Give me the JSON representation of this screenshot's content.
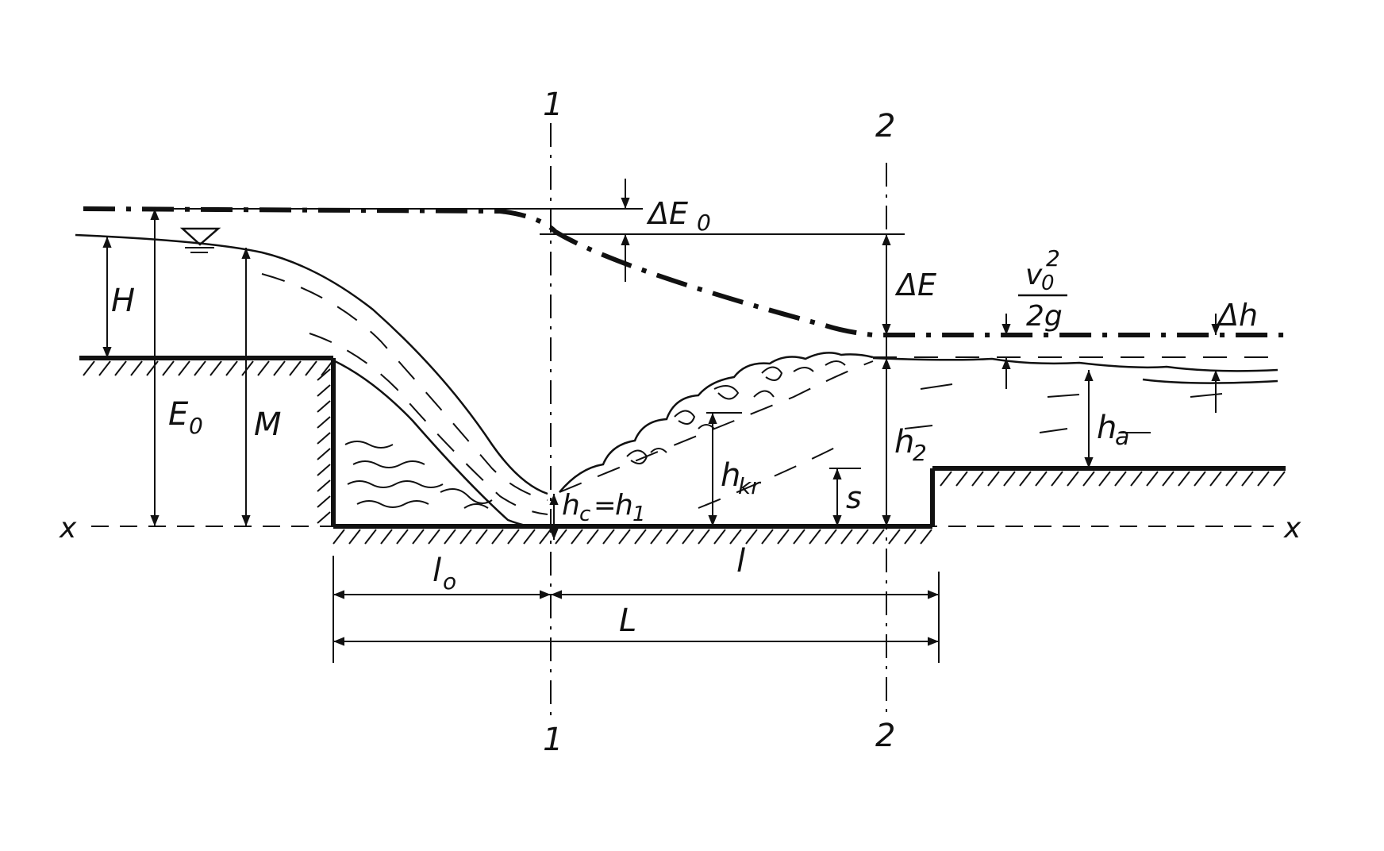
{
  "labels": {
    "H": "H",
    "E0": "E",
    "E0_sub": "0",
    "M": "M",
    "dE0": "ΔE",
    "dE0_sub": "0",
    "dE": "ΔE",
    "v0": "v",
    "v0_sub": "0",
    "v0_sup": "2",
    "twoG": "2g",
    "dh": "Δh",
    "ha": "h",
    "ha_sub": "a",
    "h2": "h",
    "h2_sub": "2",
    "hkr": "h",
    "hkr_sub": "kr",
    "s": "s",
    "hc": "h",
    "hc_sub": "c",
    "eq": "=",
    "h1": "h",
    "h1_sub": "1",
    "l0": "l",
    "l0_sub": "o",
    "l": "l",
    "L": "L",
    "x_left": "x",
    "x_right": "x"
  },
  "sections": {
    "s1_top": "1",
    "s1_bottom": "1",
    "s2_top": "2",
    "s2_bottom": "2"
  }
}
